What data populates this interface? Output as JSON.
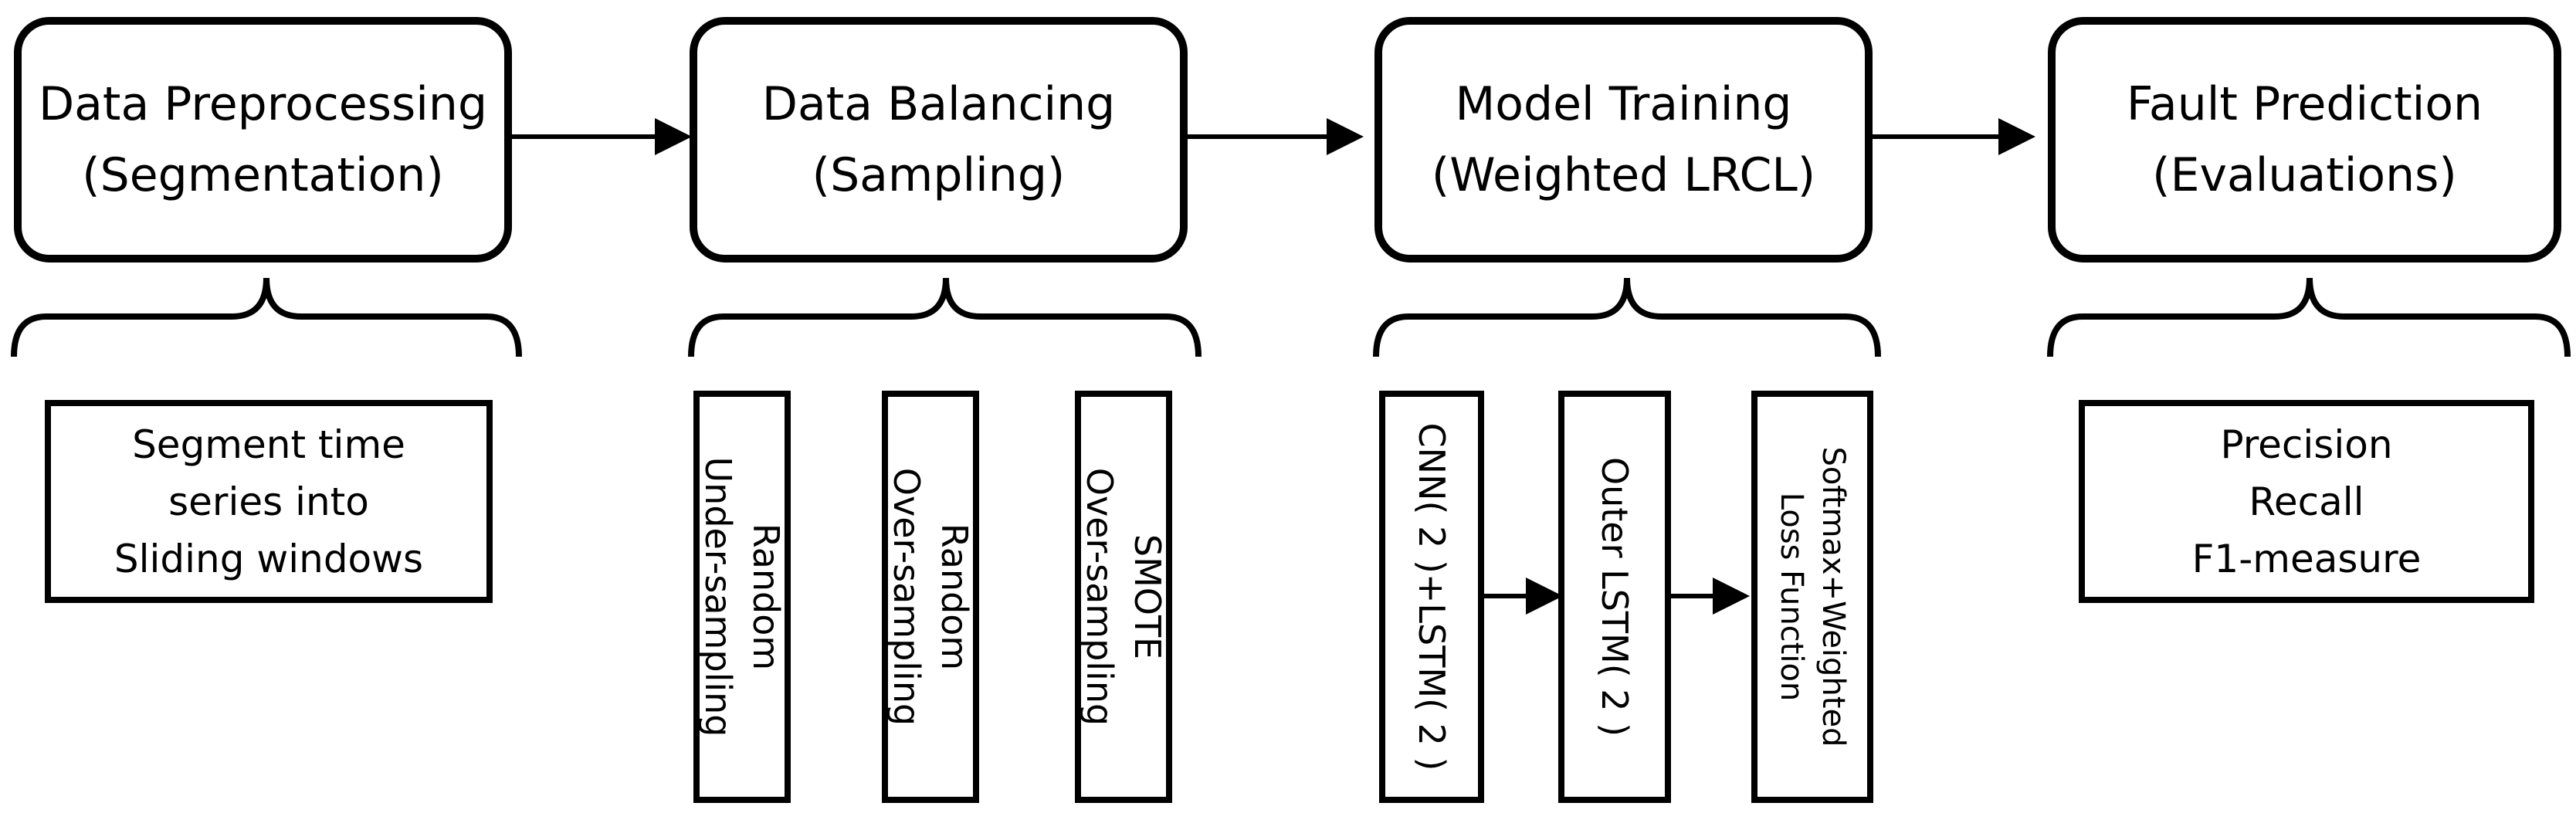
{
  "stages": [
    {
      "title": "Data Preprocessing",
      "subtitle": "(Segmentation)"
    },
    {
      "title": "Data Balancing",
      "subtitle": "(Sampling)"
    },
    {
      "title": "Model Training",
      "subtitle": "(Weighted LRCL)"
    },
    {
      "title": "Fault Prediction",
      "subtitle": "(Evaluations)"
    }
  ],
  "preprocessing_detail": {
    "lines": [
      "Segment time",
      "series into",
      "Sliding windows"
    ]
  },
  "sampling_methods": [
    {
      "lines": [
        "Random",
        "Under-sampling"
      ]
    },
    {
      "lines": [
        "Random",
        "Over-sampling"
      ]
    },
    {
      "lines": [
        "SMOTE",
        "Over-sampling"
      ]
    }
  ],
  "training_components": [
    {
      "lines": [
        "CNN( 2 )+LSTM( 2 )"
      ]
    },
    {
      "lines": [
        "Outer LSTM( 2 )"
      ]
    },
    {
      "lines": [
        "Softmax+Weighted",
        "Loss Function"
      ]
    }
  ],
  "evaluation_metrics": {
    "lines": [
      "Precision",
      "Recall",
      "F1-measure"
    ]
  }
}
